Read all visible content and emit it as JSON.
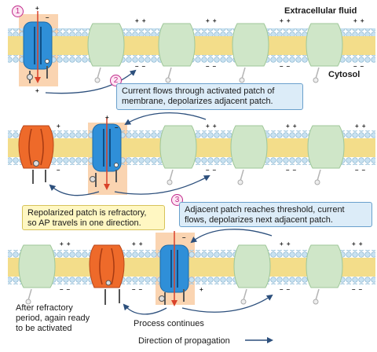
{
  "labels": {
    "extracellular": "Extracellular fluid",
    "cytosol": "Cytosol",
    "direction": "Direction of propagation",
    "process_continues": "Process continues",
    "after_refractory": [
      "After refractory",
      "period, again ready",
      "to be activated"
    ]
  },
  "steps": [
    {
      "number": "1"
    },
    {
      "number": "2",
      "lines": [
        "Current flows through activated patch of",
        "membrane, depolarizes adjacent patch."
      ]
    },
    {
      "number": "3",
      "lines": [
        "Adjacent patch reaches threshold, current",
        "flows, depolarizes next adjacent patch."
      ]
    }
  ],
  "refractory_note": [
    "Repolarized patch is refractory,",
    "so AP travels in one direction."
  ],
  "signs": {
    "pair_plus": "+ +",
    "pair_minus": "– –",
    "plus": "+",
    "minus": "–"
  },
  "colors": {
    "membrane_head": "#c9e2f1",
    "membrane_core": "#f3dd8a",
    "channel_resting": "#cfe6c8",
    "channel_open": "#2f8fd8",
    "channel_refractory": "#ee6a2a",
    "active_patch": "#f9cfa9",
    "arrow": "#2c4f7c",
    "ion_arrow": "#d9422a"
  },
  "icons": [
    "sodium-channel-open-icon",
    "sodium-channel-inactivated-icon",
    "channel-resting-icon",
    "current-arrow-icon"
  ]
}
